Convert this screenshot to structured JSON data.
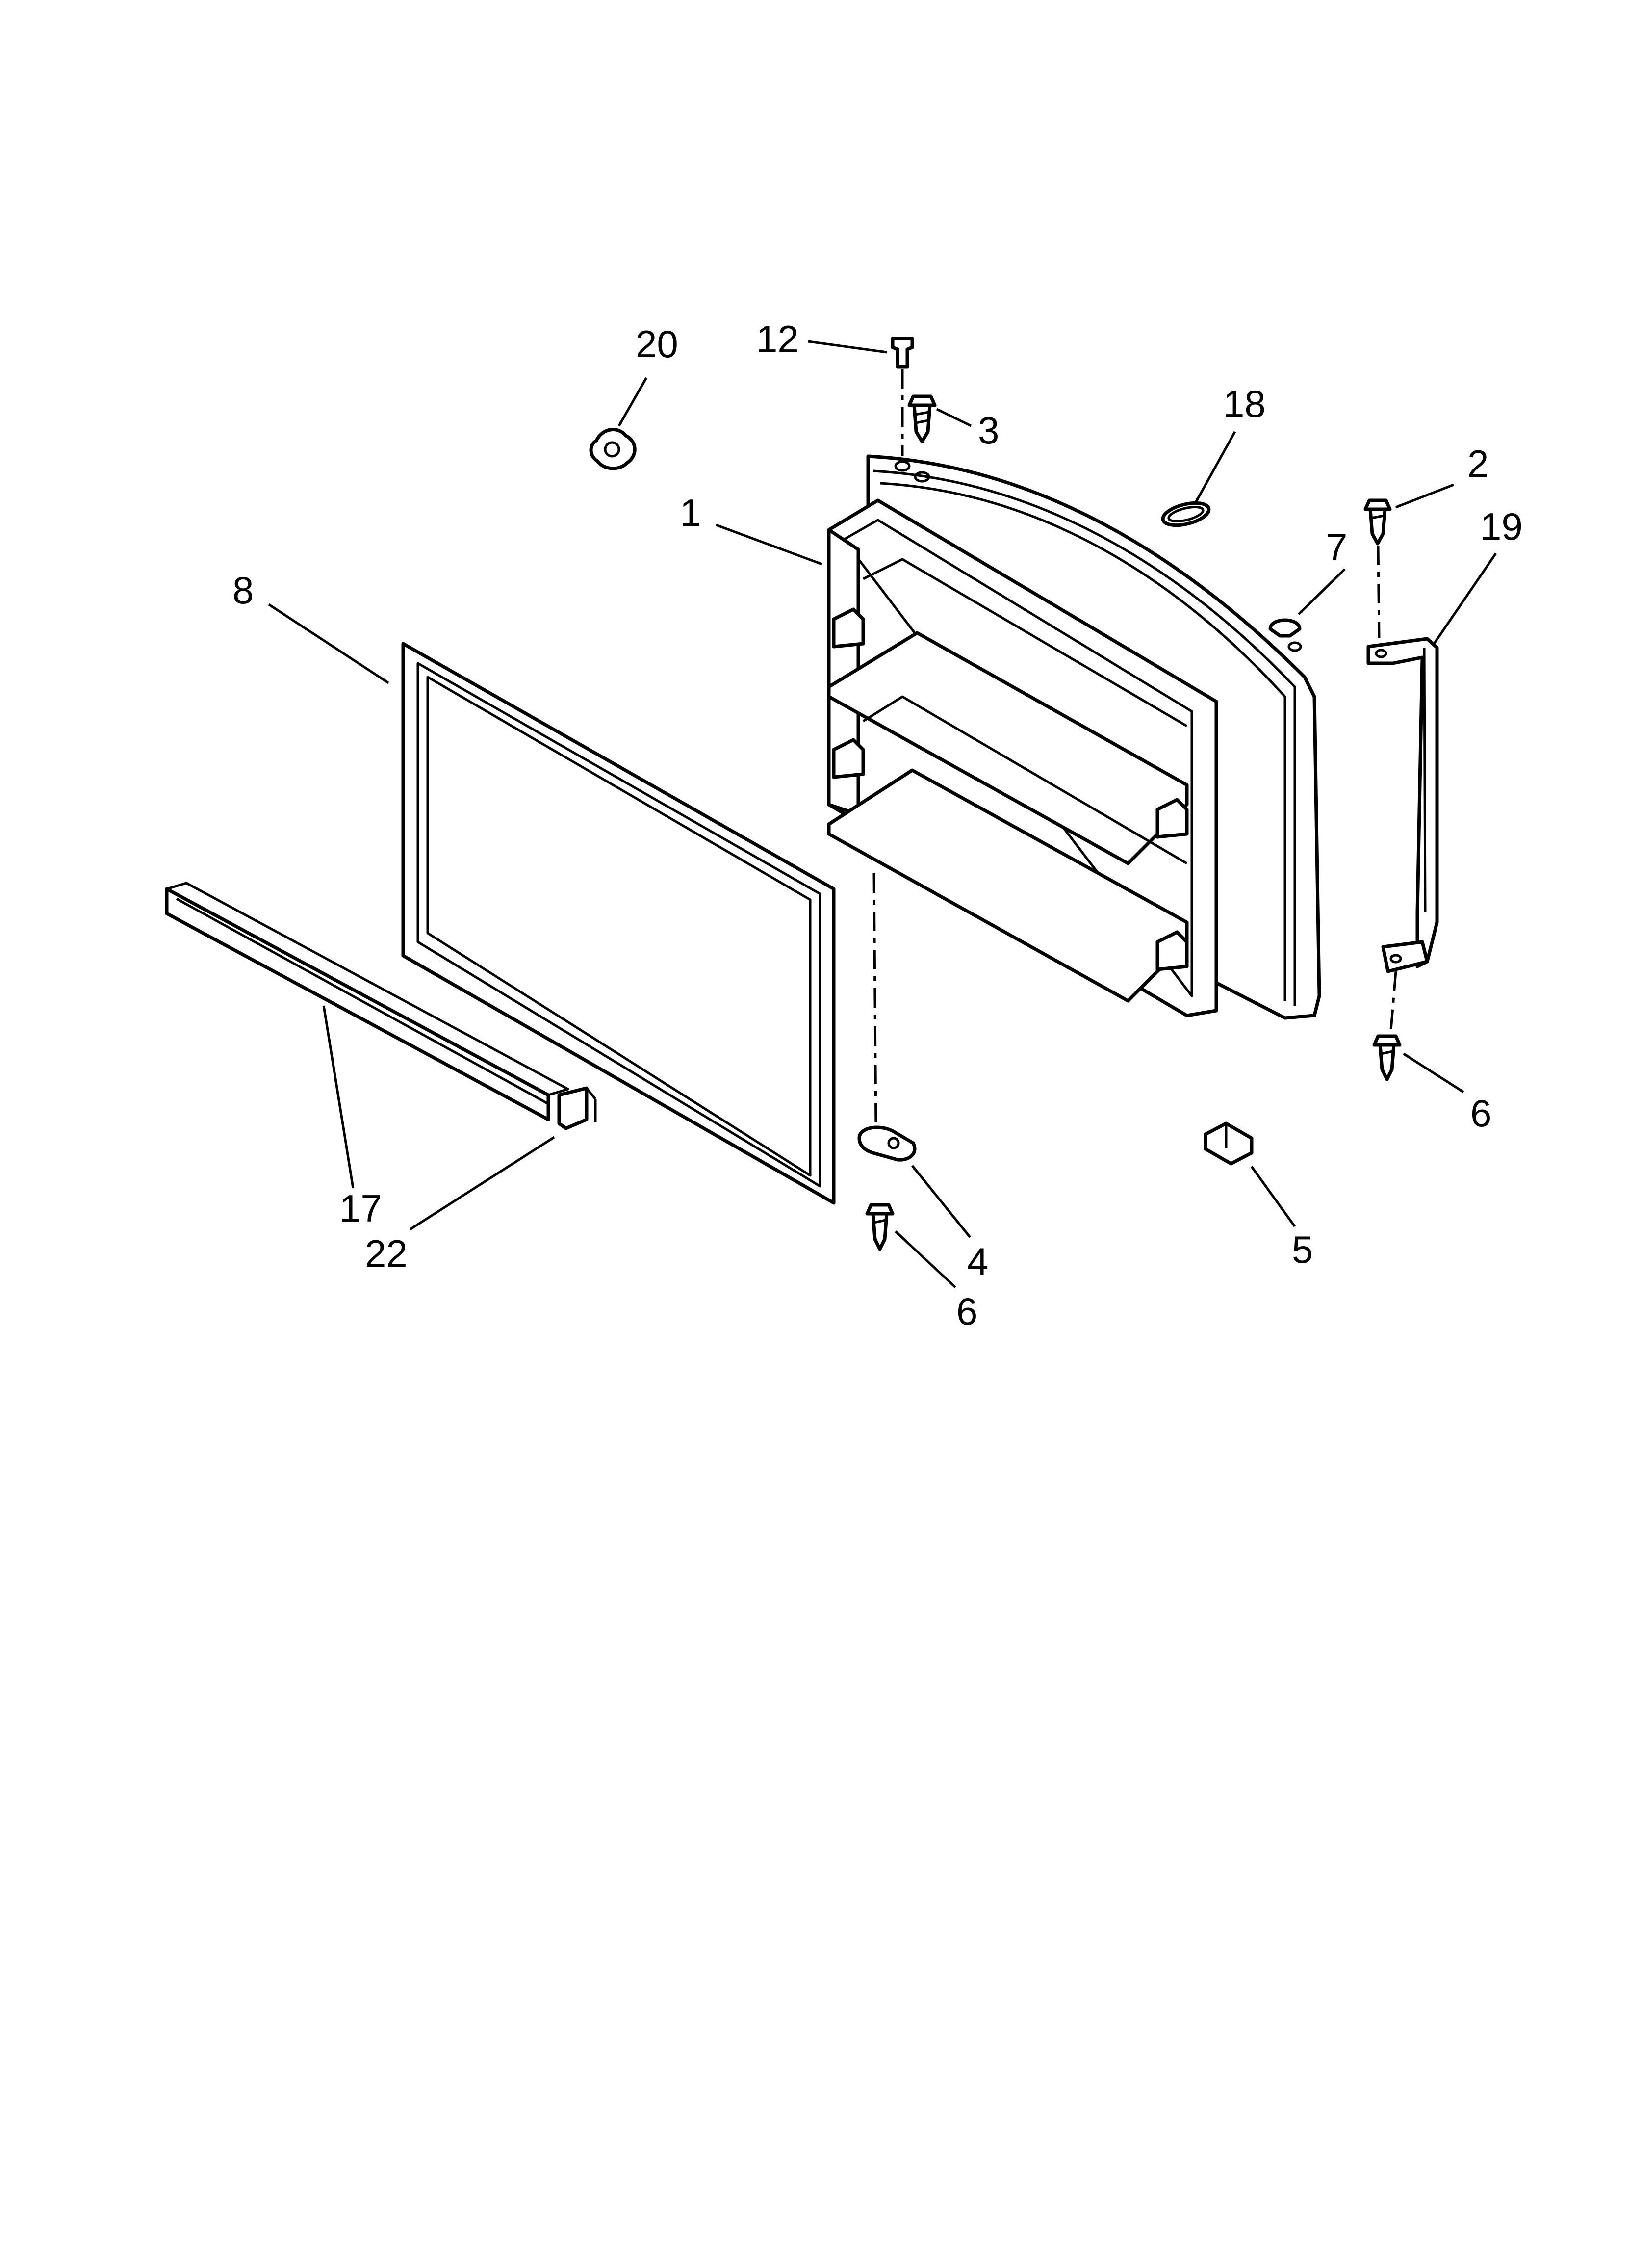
{
  "diagram": {
    "callouts": {
      "c1": "1",
      "c2": "2",
      "c3": "3",
      "c4": "4",
      "c5": "5",
      "c6a": "6",
      "c6b": "6",
      "c7": "7",
      "c8": "8",
      "c12": "12",
      "c17": "17",
      "c18": "18",
      "c19": "19",
      "c20": "20",
      "c22": "22"
    }
  }
}
